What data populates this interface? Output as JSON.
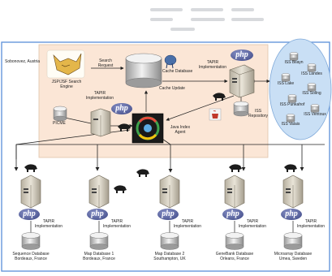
{
  "top_region": {
    "location_label": "Sobonovez, Austria"
  },
  "components": {
    "search_engine_label": "JSP/JSF Search Engine",
    "search_request_label": "Search Request",
    "cache_database_label": "Cache Database",
    "cache_update_label": "Cache Update",
    "tapir_top_left_label": "TAPIR Implementation",
    "tapir_top_right_label": "TAPIR Implementation",
    "picme_label": "PICME",
    "iss_repository_label": "ISS Repository",
    "java_index_agent_label": "Java Index Agent"
  },
  "iss_nodes": [
    "ISS Bilayn",
    "ISS Landes",
    "ISS Lake",
    "ISS Sollng",
    "ISS Punkahof",
    "ISS Ventoux",
    "ISS Valais"
  ],
  "providers": [
    {
      "tapir": "TAPIR Implementation",
      "db_name": "Sequence Database",
      "db_place": "Bordeaux, France"
    },
    {
      "tapir": "TAPIR Implementation",
      "db_name": "Map Database 1",
      "db_place": "Bordeaux, France"
    },
    {
      "tapir": "TAPIR Implementation",
      "db_name": "Map Database 2",
      "db_place": "Southampton, UK"
    },
    {
      "tapir": "TAPIR Implementation",
      "db_name": "GeneBank Database",
      "db_place": "Orleans, France"
    },
    {
      "tapir": "TAPIR Implementation",
      "db_name": "Microarray Database",
      "db_place": "Umea, Sweden"
    }
  ],
  "php_logo_text": "php",
  "colors": {
    "main_panel_fill": "#fbe6d6",
    "main_panel_border": "#e0c4aa",
    "outer_border": "#5b8fd8",
    "iss_ellipse_fill": "#c9dff5",
    "arrow": "#222222"
  }
}
